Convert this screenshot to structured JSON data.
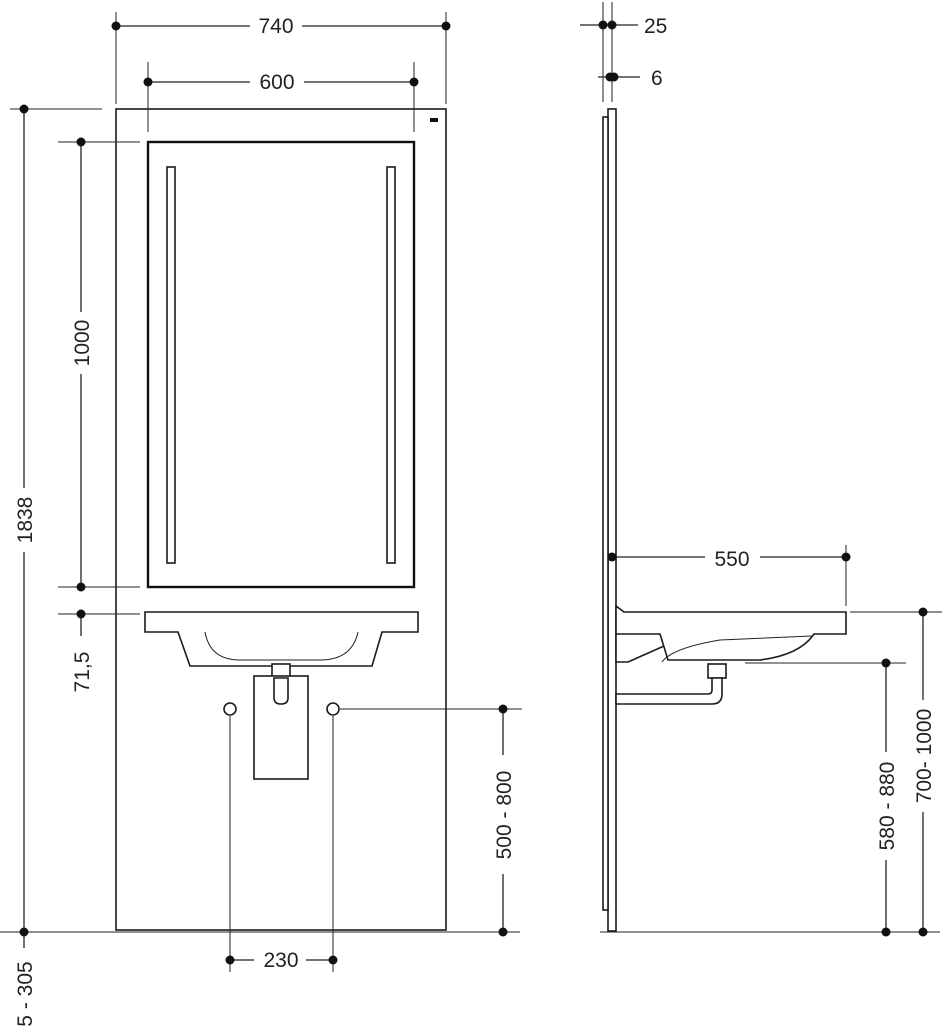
{
  "dimensions": {
    "total_width": "740",
    "mirror_width": "600",
    "total_height": "1838",
    "mirror_height": "1000",
    "basin_offset": "71,5",
    "floor_offset": "5 - 305",
    "valve_spacing": "230",
    "valve_height": "500 - 800",
    "panel_depth": "25",
    "mirror_depth": "6",
    "basin_projection": "550",
    "basin_rim_height": "700- 1000",
    "basin_underside_height": "580 - 880"
  }
}
